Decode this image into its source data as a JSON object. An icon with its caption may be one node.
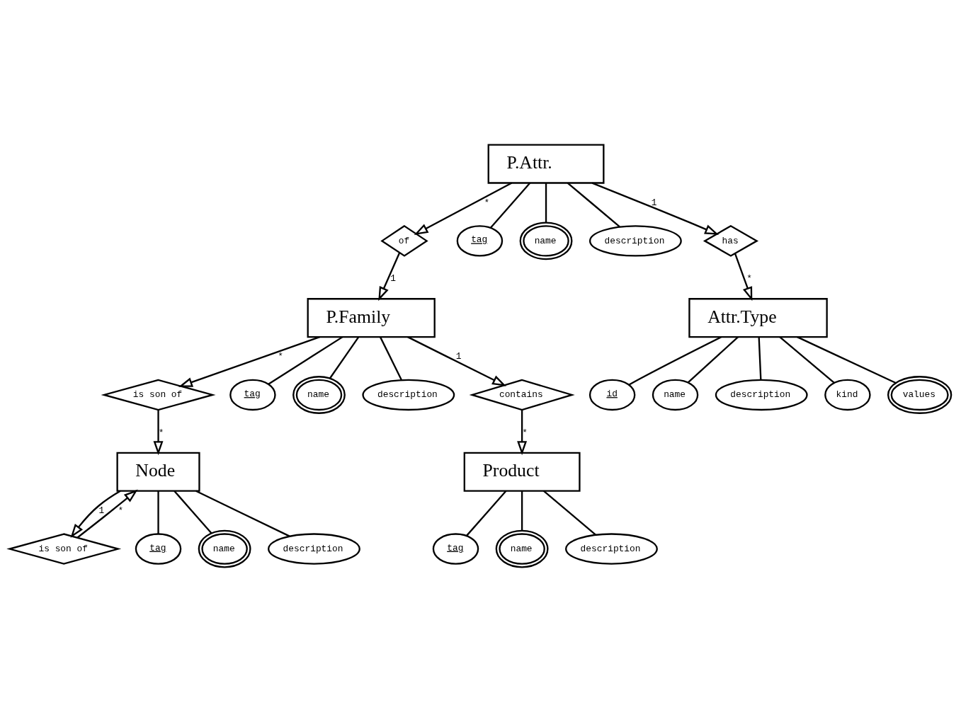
{
  "diagram": {
    "nodes": [
      {
        "text": [
          "Node"
        ]
      },
      {
        "text": [
          "is son of"
        ]
      },
      {
        "text": [
          "tag"
        ]
      },
      {
        "text": [
          "name"
        ]
      },
      {
        "text": [
          "description"
        ]
      },
      {
        "text": [
          "is son of"
        ]
      },
      {
        "text": [
          "P.Attr."
        ]
      },
      {
        "text": [
          "of"
        ]
      },
      {
        "text": [
          "P.Family"
        ]
      },
      {
        "text": [
          "tag"
        ]
      },
      {
        "text": [
          "name"
        ]
      },
      {
        "text": [
          "description"
        ]
      },
      {
        "text": [
          "tag"
        ]
      },
      {
        "text": [
          "name"
        ]
      },
      {
        "text": [
          "description"
        ]
      },
      {
        "text": [
          "has"
        ]
      },
      {
        "text": [
          "contains"
        ]
      },
      {
        "text": [
          "id"
        ]
      },
      {
        "text": [
          "name"
        ]
      },
      {
        "text": [
          "description"
        ]
      },
      {
        "text": [
          "kind"
        ]
      },
      {
        "text": [
          "values"
        ]
      },
      {
        "text": [
          "Attr.Type"
        ]
      },
      {
        "text": [
          "Product"
        ]
      },
      {
        "text": [
          "tag"
        ]
      },
      {
        "text": [
          "name"
        ]
      },
      {
        "text": [
          "description"
        ]
      }
    ],
    "edges": [
      {
        "from": 0,
        "to": 1,
        "arrow": "to",
        "label": "1"
      },
      {
        "from": 1,
        "to": 0,
        "arrow": "to",
        "label": "*"
      },
      {
        "from": 0,
        "to": 2,
        "arrow": "none"
      },
      {
        "from": 0,
        "to": 3,
        "arrow": "none"
      },
      {
        "from": 0,
        "to": 4,
        "arrow": "none"
      },
      {
        "from": 8,
        "to": 5,
        "arrow": "to",
        "label": "*"
      },
      {
        "from": 5,
        "to": 0,
        "arrow": "to",
        "label": "*"
      },
      {
        "from": 6,
        "to": 9,
        "arrow": "none"
      },
      {
        "from": 6,
        "to": 10,
        "arrow": "none"
      },
      {
        "from": 6,
        "to": 11,
        "arrow": "none"
      },
      {
        "from": 6,
        "to": 7,
        "arrow": "to",
        "label": "*"
      },
      {
        "from": 7,
        "to": 8,
        "arrow": "to",
        "label": "1"
      },
      {
        "from": 8,
        "to": 12,
        "arrow": "none"
      },
      {
        "from": 8,
        "to": 13,
        "arrow": "none"
      },
      {
        "from": 8,
        "to": 14,
        "arrow": "none"
      },
      {
        "from": 6,
        "to": 15,
        "arrow": "to",
        "label": "1"
      },
      {
        "from": 15,
        "to": 22,
        "arrow": "to",
        "label": "*"
      },
      {
        "from": 8,
        "to": 16,
        "arrow": "to",
        "label": "1"
      },
      {
        "from": 16,
        "to": 23,
        "arrow": "to",
        "label": "*"
      },
      {
        "from": 22,
        "to": 17,
        "arrow": "none"
      },
      {
        "from": 22,
        "to": 18,
        "arrow": "none"
      },
      {
        "from": 22,
        "to": 19,
        "arrow": "none"
      },
      {
        "from": 22,
        "to": 20,
        "arrow": "none"
      },
      {
        "from": 22,
        "to": 21,
        "arrow": "none"
      },
      {
        "from": 23,
        "to": 24,
        "arrow": "none"
      },
      {
        "from": 23,
        "to": 25,
        "arrow": "none"
      },
      {
        "from": 23,
        "to": 26,
        "arrow": "none"
      }
    ]
  }
}
